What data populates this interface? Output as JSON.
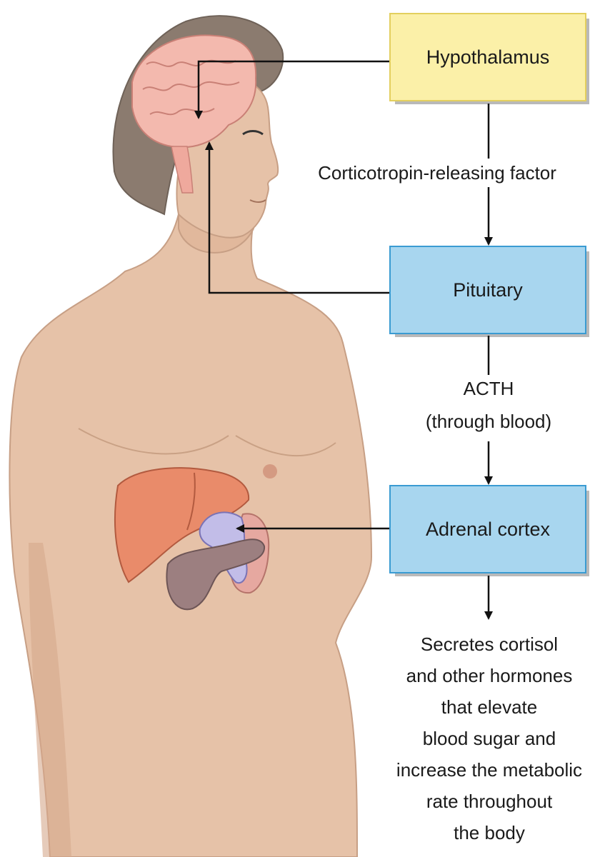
{
  "nodes": {
    "hypothalamus": "Hypothalamus",
    "pituitary": "Pituitary",
    "adrenal": "Adrenal cortex"
  },
  "labels": {
    "crf": "Corticotropin-releasing factor",
    "acth_1": "ACTH",
    "acth_2": "(through blood)",
    "effect_lines": [
      "Secretes cortisol",
      "and other hormones",
      "that elevate",
      "blood sugar and",
      "increase the metabolic",
      "rate throughout",
      "the body"
    ]
  },
  "colors": {
    "skin": "#e6c2a8",
    "skin_shadow": "#d6a98c",
    "hair": "#8b7b6f",
    "brain": "#f3b9ae",
    "liver": "#e98b6a",
    "stomach": "#e6a8a0",
    "pancreas": "#9c7f80",
    "adrenal": "#c2bde8",
    "yellow_box": "#fbf0a8",
    "blue_box": "#a8d6ef"
  }
}
